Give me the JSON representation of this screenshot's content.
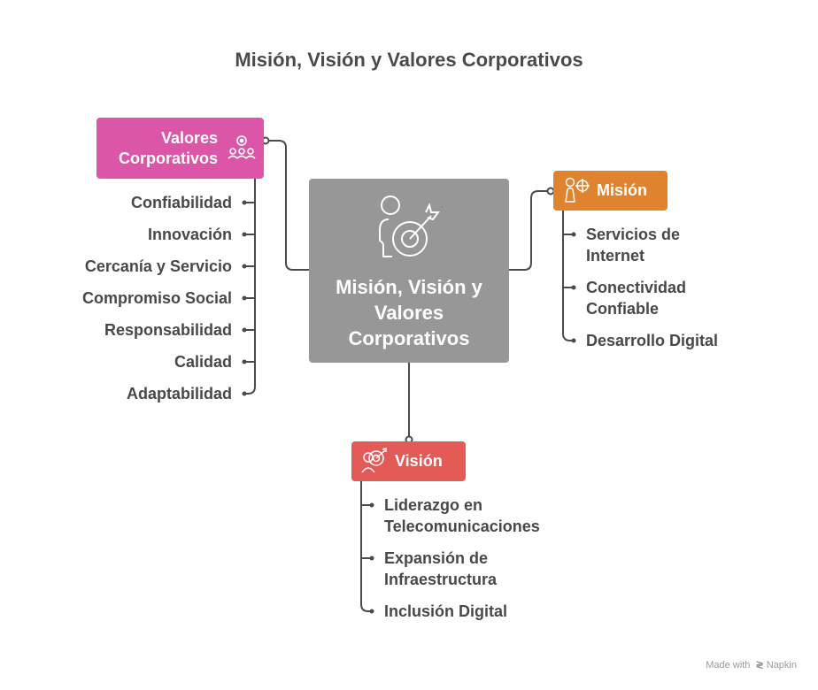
{
  "title": "Misión, Visión y Valores Corporativos",
  "center": {
    "label": "Misión, Visión y Valores Corporativos",
    "lines": [
      "Misión, Visión y",
      "Valores",
      "Corporativos"
    ],
    "color": "#979797"
  },
  "valores": {
    "label_lines": [
      "Valores",
      "Corporativos"
    ],
    "color": "#DC56A8",
    "items": [
      "Confiabilidad",
      "Innovación",
      "Cercanía y Servicio",
      "Compromiso Social",
      "Responsabilidad",
      "Calidad",
      "Adaptabilidad"
    ]
  },
  "mision": {
    "label": "Misión",
    "color": "#E0832F",
    "items": [
      [
        "Servicios de",
        "Internet"
      ],
      [
        "Conectividad",
        "Confiable"
      ],
      [
        "Desarrollo Digital"
      ]
    ]
  },
  "vision": {
    "label": "Visión",
    "color": "#E45A57",
    "items": [
      [
        "Liderazgo en",
        "Telecomunicaciones"
      ],
      [
        "Expansión de",
        "Infraestructura"
      ],
      [
        "Inclusión Digital"
      ]
    ]
  },
  "footer": {
    "made_with": "Made with",
    "brand": "Napkin"
  }
}
